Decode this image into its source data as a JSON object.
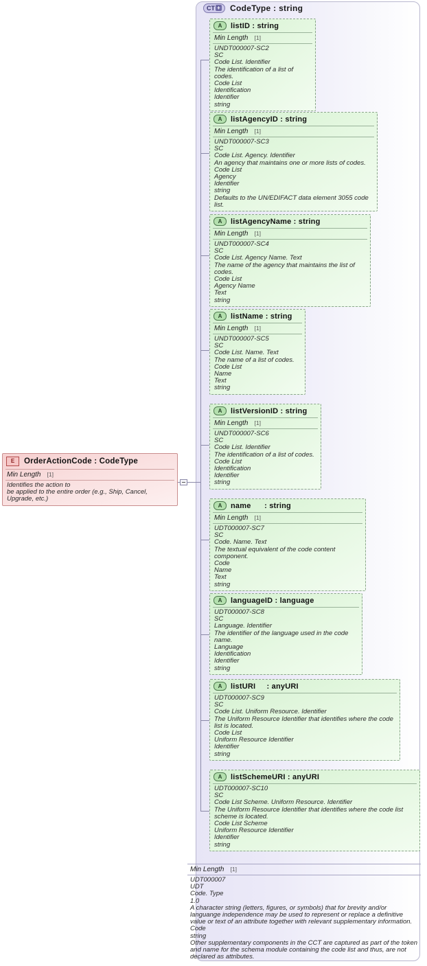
{
  "diagram": {
    "type": "xsd-schema-component",
    "complex_type": {
      "badge": "CT",
      "badge_expand": "+",
      "title": "CodeType : string",
      "summary": {
        "facet_label": "Min Length",
        "facet_mult": "[1]",
        "lines": [
          "UDT000007",
          "UDT",
          "Code. Type",
          "1.0",
          "A character string (letters, figures, or symbols) that for brevity and/or languange independence may be used to represent or replace a definitive value or text of an attribute together with relevant supplementary information.",
          "Code",
          "string",
          "Other supplementary components in the CCT are captured as part of the token and name for the schema module containing the code list and thus, are not declared as attributes."
        ]
      }
    },
    "element": {
      "badge": "E",
      "title": "OrderActionCode : CodeType",
      "facet_label": "Min Length",
      "facet_mult": "[1]",
      "description_lines": [
        "Identifies the action to",
        "   be applied to the entire order (e.g., Ship, Cancel, Upgrade, etc.)"
      ]
    },
    "attributes": [
      {
        "badge": "A",
        "name": "listID",
        "type": ": string",
        "facet_label": "Min Length",
        "facet_mult": "[1]",
        "lines": [
          "UNDT000007-SC2",
          "SC",
          "Code List. Identifier",
          "The identification of a list of codes.",
          "Code List",
          "Identification",
          "Identifier",
          "string"
        ]
      },
      {
        "badge": "A",
        "name": "listAgencyID",
        "type": ": string",
        "facet_label": "Min Length",
        "facet_mult": "[1]",
        "lines": [
          "UNDT000007-SC3",
          "SC",
          "Code List. Agency. Identifier",
          "An agency that maintains one or more lists of codes.",
          "Code List",
          "Agency",
          "Identifier",
          "string",
          "Defaults to the UN/EDIFACT data element 3055 code list."
        ]
      },
      {
        "badge": "A",
        "name": "listAgencyName",
        "type": ": string",
        "facet_label": "Min Length",
        "facet_mult": "[1]",
        "lines": [
          "UNDT000007-SC4",
          "SC",
          "Code List. Agency Name. Text",
          "The name of the agency that maintains the list of codes.",
          "Code List",
          "Agency Name",
          "Text",
          "string"
        ]
      },
      {
        "badge": "A",
        "name": "listName",
        "type": ": string",
        "facet_label": "Min Length",
        "facet_mult": "[1]",
        "lines": [
          "UNDT000007-SC5",
          "SC",
          "Code List. Name. Text",
          "The name of a list of codes.",
          "Code List",
          "Name",
          "Text",
          "string"
        ]
      },
      {
        "badge": "A",
        "name": "listVersionID",
        "type": ": string",
        "facet_label": "Min Length",
        "facet_mult": "[1]",
        "lines": [
          "UNDT000007-SC6",
          "SC",
          "Code List. Identifier",
          "The identification of a list of codes.",
          "Code List",
          "Identification",
          "Identifier",
          "string"
        ]
      },
      {
        "badge": "A",
        "name": "name     ",
        "type": ": string",
        "facet_label": "Min Length",
        "facet_mult": "[1]",
        "lines": [
          "UDT000007-SC7",
          "SC",
          "Code. Name. Text",
          "The textual equivalent of the code content component.",
          "Code",
          "Name",
          "Text",
          "string"
        ]
      },
      {
        "badge": "A",
        "name": "languageID",
        "type": ": language",
        "facet_label": "",
        "facet_mult": "",
        "lines": [
          "UDT000007-SC8",
          "SC",
          "Language. Identifier",
          "The identifier of the language used in the code name.",
          "Language",
          "Identification",
          "Identifier",
          "string"
        ]
      },
      {
        "badge": "A",
        "name": "listURI    ",
        "type": ": anyURI",
        "facet_label": "",
        "facet_mult": "",
        "lines": [
          "UDT000007-SC9",
          "SC",
          "Code List. Uniform Resource. Identifier",
          "The Uniform Resource Identifier that identifies where the code list is located.",
          "Code List",
          "Uniform Resource Identifier",
          "Identifier",
          "string"
        ]
      },
      {
        "badge": "A",
        "name": "listSchemeURI",
        "type": ": anyURI",
        "facet_label": "",
        "facet_mult": "",
        "lines": [
          "UDT000007-SC10",
          "SC",
          "Code List Scheme. Uniform Resource. Identifier",
          "The Uniform Resource Identifier that identifies where the code list scheme is located.",
          "Code List Scheme",
          "Uniform Resource Identifier",
          "Identifier",
          "string"
        ]
      }
    ]
  },
  "colors": {
    "complex_type_fill": "#e7e5f6",
    "attribute_fill": "#d4f0d0",
    "element_fill": "#f6cfcf",
    "connector": "#8a88a8"
  }
}
